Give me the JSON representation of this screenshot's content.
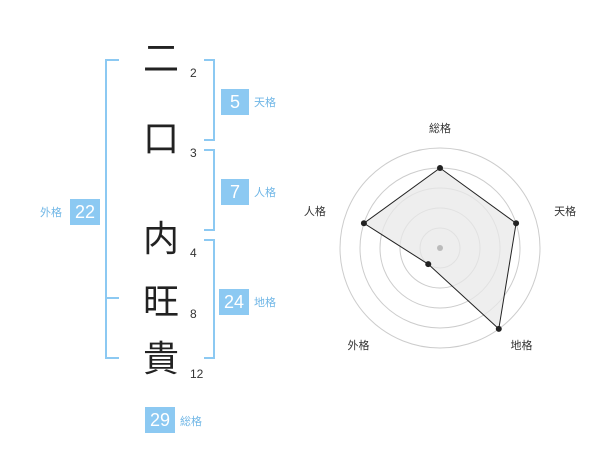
{
  "colors": {
    "accent": "#8cc9f2",
    "badge_bg": "#8cc9f2",
    "label_text": "#6fb6e6",
    "radar_fill": "#e8e8e8",
    "radar_ring": "#cccccc",
    "radar_line": "#222222"
  },
  "name": {
    "characters": [
      {
        "char": "二",
        "strokes": "2"
      },
      {
        "char": "口",
        "strokes": "3"
      },
      {
        "char": "内",
        "strokes": "4"
      },
      {
        "char": "旺",
        "strokes": "8"
      },
      {
        "char": "貴",
        "strokes": "12"
      }
    ]
  },
  "fortunes": {
    "tenkaku": {
      "label": "天格",
      "value": "5"
    },
    "jinkaku": {
      "label": "人格",
      "value": "7"
    },
    "chikaku": {
      "label": "地格",
      "value": "24"
    },
    "gaikaku": {
      "label": "外格",
      "value": "22"
    },
    "soukaku": {
      "label": "総格",
      "value": "29"
    }
  },
  "chart_data": {
    "type": "radar",
    "axes": [
      "総格",
      "天格",
      "地格",
      "外格",
      "人格"
    ],
    "values": [
      4,
      4,
      5,
      1,
      4
    ],
    "range": [
      0,
      5
    ],
    "rings": 5,
    "grid": true
  }
}
